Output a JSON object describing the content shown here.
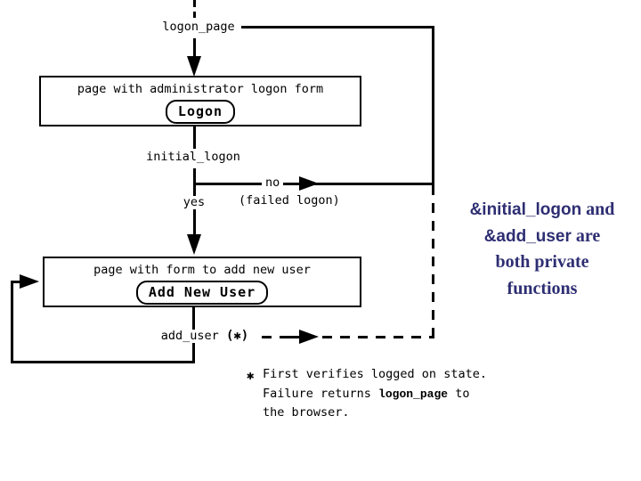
{
  "flow": {
    "logon_page": "logon_page",
    "box_admin": {
      "caption": "page with administrator logon form",
      "button": "Logon"
    },
    "initial_logon": "initial_logon",
    "yes": "yes",
    "no": "no",
    "failed": "(failed logon)",
    "box_add": {
      "caption": "page with form to add new user",
      "button": "Add New User"
    },
    "add_user": "add_user",
    "add_user_mark": "(✱)"
  },
  "footnote": {
    "star": "✱",
    "line1": "First verifies logged on state.",
    "line2_pre": "Failure returns ",
    "line2_code": "logon_page",
    "line2_post": " to",
    "line3": "the browser."
  },
  "side_note": {
    "l1_code": "&initial_logon",
    "l1_rest": " and",
    "l2_code": "&add_user",
    "l2_rest": " are",
    "l3": "both private",
    "l4": "functions"
  },
  "colors": {
    "ink": "#000000",
    "background": "#FFFFFF",
    "note_text": "#2E2E73"
  }
}
